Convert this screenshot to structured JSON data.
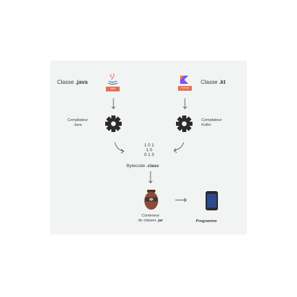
{
  "java_class": {
    "prefix": "Classe ",
    "ext": ".java"
  },
  "kotlin_class": {
    "prefix": "Classe ",
    "ext": ".kt"
  },
  "java_badge": "JAVA",
  "kotlin_badge": "KOTLIN",
  "java_compiler": {
    "line1": "Compilateur",
    "line2": "Java"
  },
  "kotlin_compiler": {
    "line1": "Compilateur",
    "line2": "Kotlin"
  },
  "binary": {
    "line1": "1 0 1",
    "line2": "1 0",
    "line3": "0 1 0"
  },
  "bytecode": {
    "prefix": "Bytecode ",
    "ext": ".class"
  },
  "container": {
    "line1": "Conteneur",
    "line2_prefix": "de classes ",
    "line2_ext": ".jar"
  },
  "program": "Programme",
  "colors": {
    "panel": "#f2f4f3",
    "gear": "#2b2b2b",
    "java_red": "#e76f51",
    "kotlin_purple": "#7f52ff",
    "jar": "#8a4b38",
    "phone": "#2e4a8c"
  },
  "icons": [
    "java-logo-icon",
    "kotlin-logo-icon",
    "gear-icon",
    "jar-icon",
    "smartphone-icon"
  ]
}
